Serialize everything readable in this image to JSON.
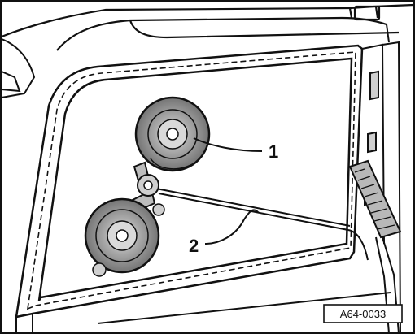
{
  "diagram": {
    "callouts": [
      {
        "id": "1",
        "label": "1"
      },
      {
        "id": "2",
        "label": "2"
      }
    ],
    "reference_code": "A64-0033"
  },
  "colors": {
    "ink": "#111111",
    "horn_fill": "#9a9a9a",
    "background": "#ffffff"
  }
}
